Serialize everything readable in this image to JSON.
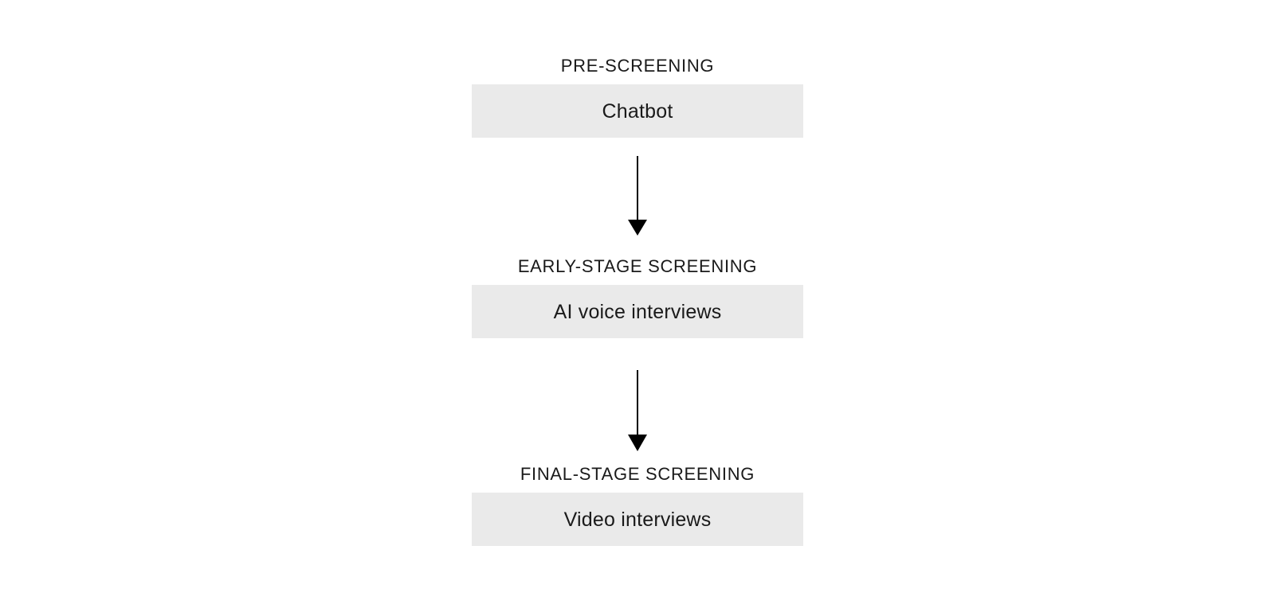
{
  "diagram": {
    "type": "vertical-flowchart",
    "background_color": "#FFFFFF",
    "box_fill_color": "#EAEAEA",
    "text_color": "#1A1A1A",
    "arrow_color": "#000000",
    "stages": [
      {
        "label": "PRE-SCREENING",
        "box_text": "Chatbot"
      },
      {
        "label": "EARLY-STAGE SCREENING",
        "box_text": "AI voice interviews"
      },
      {
        "label": "FINAL-STAGE SCREENING",
        "box_text": "Video interviews"
      }
    ],
    "connectors": [
      {
        "icon": "down-arrow-icon",
        "from": "Chatbot",
        "to": "AI voice interviews"
      },
      {
        "icon": "down-arrow-icon",
        "from": "AI voice interviews",
        "to": "Video interviews"
      }
    ]
  }
}
